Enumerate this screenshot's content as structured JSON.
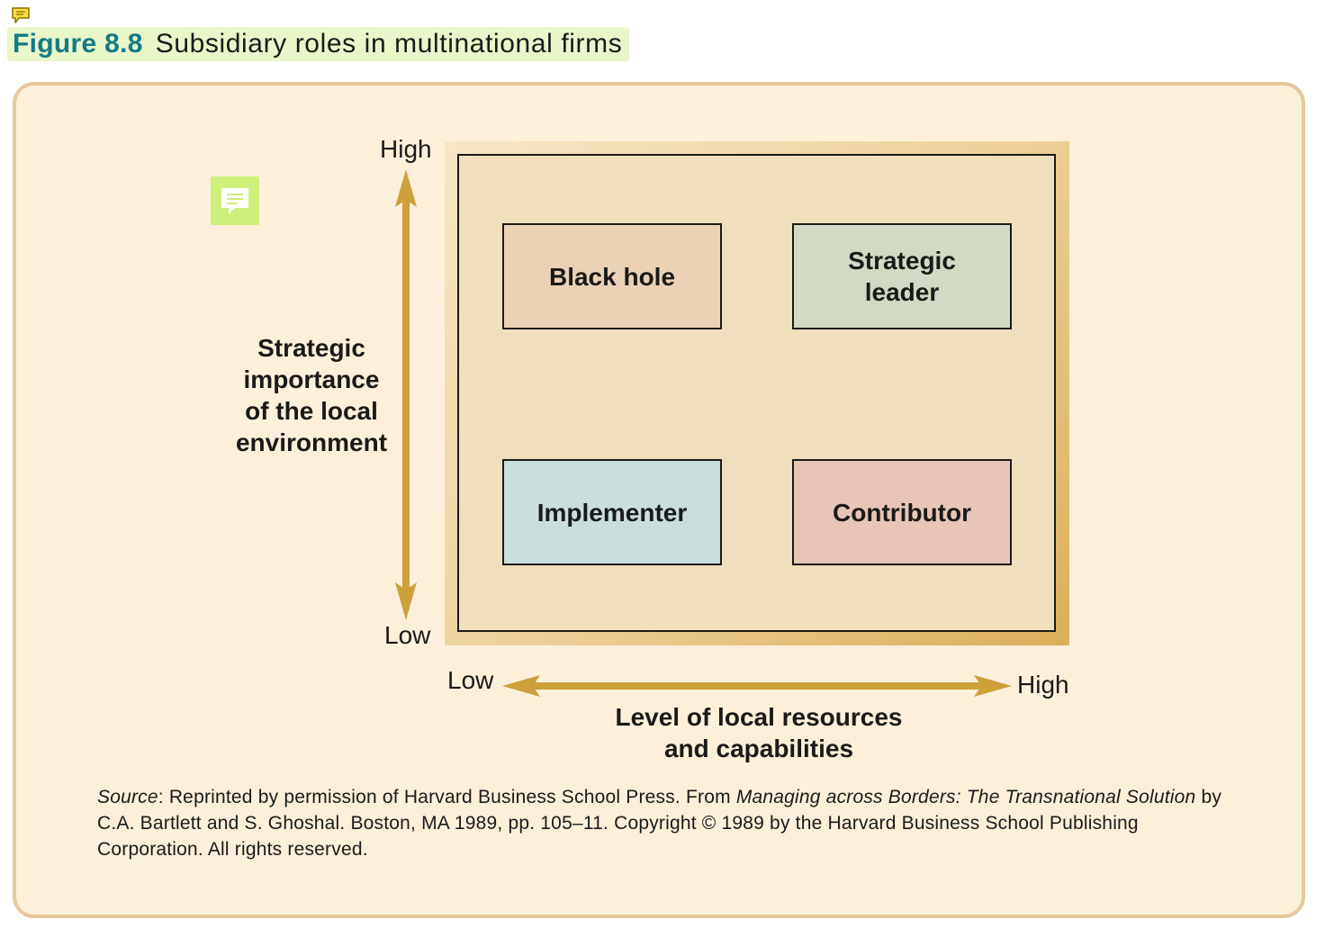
{
  "figure": {
    "number": "Figure 8.8",
    "title": "Subsidiary roles in multinational firms"
  },
  "matrix": {
    "cells": [
      {
        "label": "Black hole",
        "color": "#ebd2b7"
      },
      {
        "label": "Strategic\nleader",
        "color": "#d0dac4"
      },
      {
        "label": "Implementer",
        "color": "#c9dedd"
      },
      {
        "label": "Contributor",
        "color": "#e8c6b7"
      }
    ]
  },
  "y_axis": {
    "high": "High",
    "low": "Low",
    "label": "Strategic\nimportance\nof the local\nenvironment"
  },
  "x_axis": {
    "low": "Low",
    "high": "High",
    "label": "Level of local resources\nand capabilities"
  },
  "source": {
    "prefix": "Source",
    "text1": ": Reprinted by permission of Harvard Business School Press. From ",
    "book": "Managing across Borders: The Transnational Solution",
    "text2": " by C.A. Bartlett and S. Ghoshal. Boston, MA 1989, pp. 105–11. Copyright © 1989 by the Harvard Business School Publishing Corporation. All rights reserved."
  },
  "colors": {
    "accent_teal": "#137a85",
    "arrow_gold": "#cf9f3c",
    "panel_bg": "#fcf0db",
    "title_highlight": "#e9f6c9"
  },
  "icons": [
    "comment-note-icon",
    "comment-note-icon"
  ]
}
